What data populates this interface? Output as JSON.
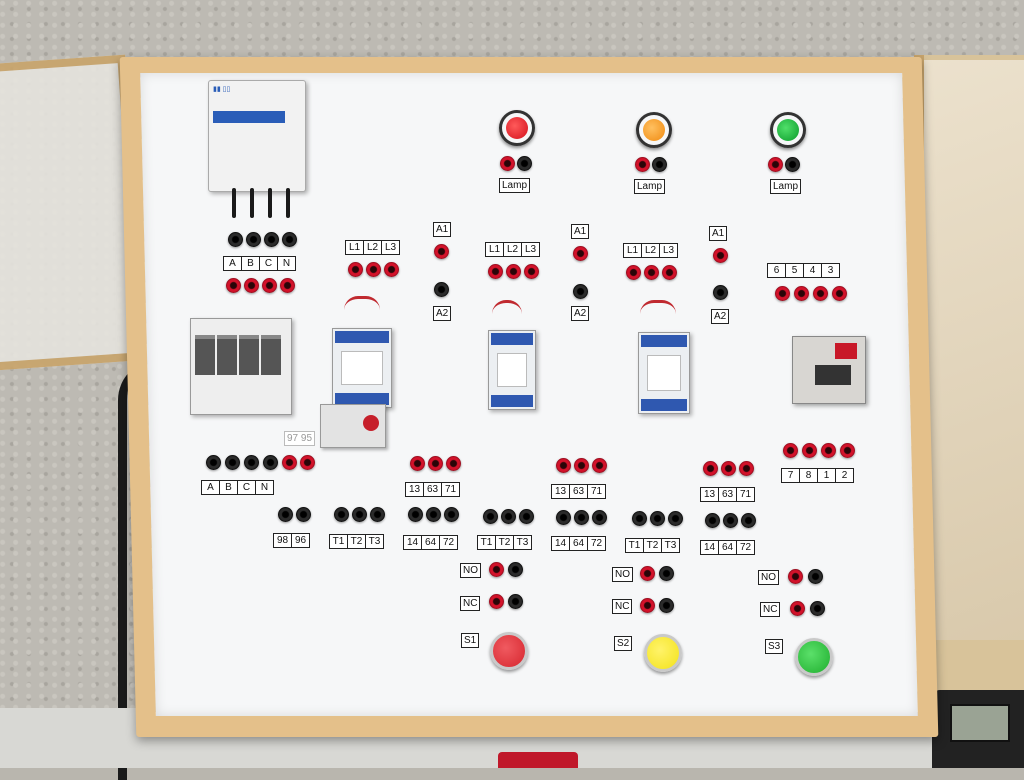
{
  "panel": {
    "lamps": [
      {
        "label": "Lamp",
        "color": "#d4101c"
      },
      {
        "label": "Lamp",
        "color": "#f08a10"
      },
      {
        "label": "Lamp",
        "color": "#0a9a2a"
      }
    ],
    "supply_top": {
      "labels": [
        "A",
        "B",
        "C",
        "N"
      ]
    },
    "supply_bottom": {
      "labels": [
        "A",
        "B",
        "C",
        "N"
      ]
    },
    "overload_contacts_top": "97 95",
    "overload_contacts": [
      "98",
      "96"
    ],
    "contactors": [
      {
        "line_labels": [
          "L1",
          "L2",
          "L3"
        ],
        "coil_top": "A1",
        "coil_bottom": "A2",
        "aux_top": [
          "13",
          "63",
          "71"
        ],
        "aux_bottom": [
          "14",
          "64",
          "72"
        ],
        "load_labels": [
          "T1",
          "T2",
          "T3"
        ]
      },
      {
        "line_labels": [
          "L1",
          "L2",
          "L3"
        ],
        "coil_top": "A1",
        "coil_bottom": "A2",
        "aux_top": [
          "13",
          "63",
          "71"
        ],
        "aux_bottom": [
          "14",
          "64",
          "72"
        ],
        "load_labels": [
          "T1",
          "T2",
          "T3"
        ]
      },
      {
        "line_labels": [
          "L1",
          "L2",
          "L3"
        ],
        "coil_top": "A1",
        "coil_bottom": "A2",
        "aux_top": [
          "13",
          "63",
          "71"
        ],
        "aux_bottom": [
          "14",
          "64",
          "72"
        ],
        "load_labels": [
          "T1",
          "T2",
          "T3"
        ]
      }
    ],
    "timer": {
      "top_labels": [
        "6",
        "5",
        "4",
        "3"
      ],
      "bottom_labels": [
        "7",
        "8",
        "1",
        "2"
      ]
    },
    "pushbuttons": [
      {
        "no": "NO",
        "nc": "NC",
        "name": "S1",
        "color": "#d6262e"
      },
      {
        "no": "NO",
        "nc": "NC",
        "name": "S2",
        "color": "#f3e21a"
      },
      {
        "no": "NO",
        "nc": "NC",
        "name": "S3",
        "color": "#1fae2e"
      }
    ]
  }
}
